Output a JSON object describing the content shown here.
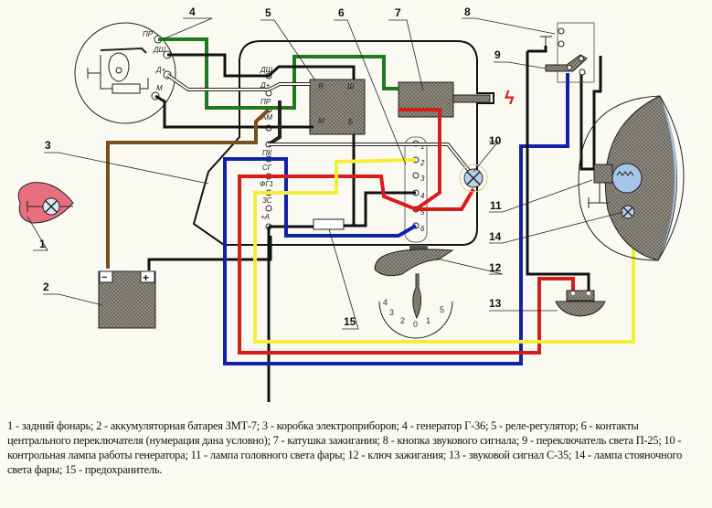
{
  "diagram": {
    "title": "Wiring diagram",
    "callouts": [
      "1",
      "2",
      "3",
      "4",
      "5",
      "6",
      "7",
      "8",
      "9",
      "10",
      "11",
      "12",
      "13",
      "14",
      "15"
    ],
    "generator_terminals": [
      "ПР",
      "ДШ",
      "Д+",
      "М"
    ],
    "box_terminals": [
      "ДШ",
      "Д+",
      "ПР",
      "АМ",
      "ПК",
      "СГ",
      "ФГ1",
      "ЗС",
      "+А"
    ],
    "regulator_terminals": [
      "Я",
      "Ш",
      "М",
      "Б"
    ],
    "switch_contacts": [
      "1",
      "2",
      "3",
      "4",
      "5",
      "6"
    ],
    "battery_terminals": {
      "minus": "−",
      "plus": "+"
    },
    "ignition_dial": [
      "4",
      "3",
      "2",
      "0",
      "1",
      "5"
    ],
    "spark_symbol": "ϟ",
    "wire_colors": {
      "green": "#1f7a1f",
      "black": "#111111",
      "brown": "#7a4e1e",
      "blue": "#1023a8",
      "red": "#d81c1c",
      "yellow": "#f4ee3a"
    }
  },
  "caption": {
    "items": [
      "1 - задний фонарь;",
      "2 - аккумуляторная батарея ЗМТ-7;",
      "3 - коробка электроприборов;",
      "4 - генератор Г-36;",
      "5 - реле-регулятор;",
      "6 - контакты центрального переключателя (нумерация дана условно);",
      "7 - катушка зажигания;",
      "8 - кнопка звукового сигнала;",
      "9 - переключатель света П-25;",
      "10 - контрольная лампа работы генератора;",
      "11 - лампа головного света фары;",
      "12 - ключ зажигания;",
      "13 - звуковой сигнал С-35;",
      "14 - лампа стояночного света фары;",
      "15 - предохранитель."
    ]
  }
}
